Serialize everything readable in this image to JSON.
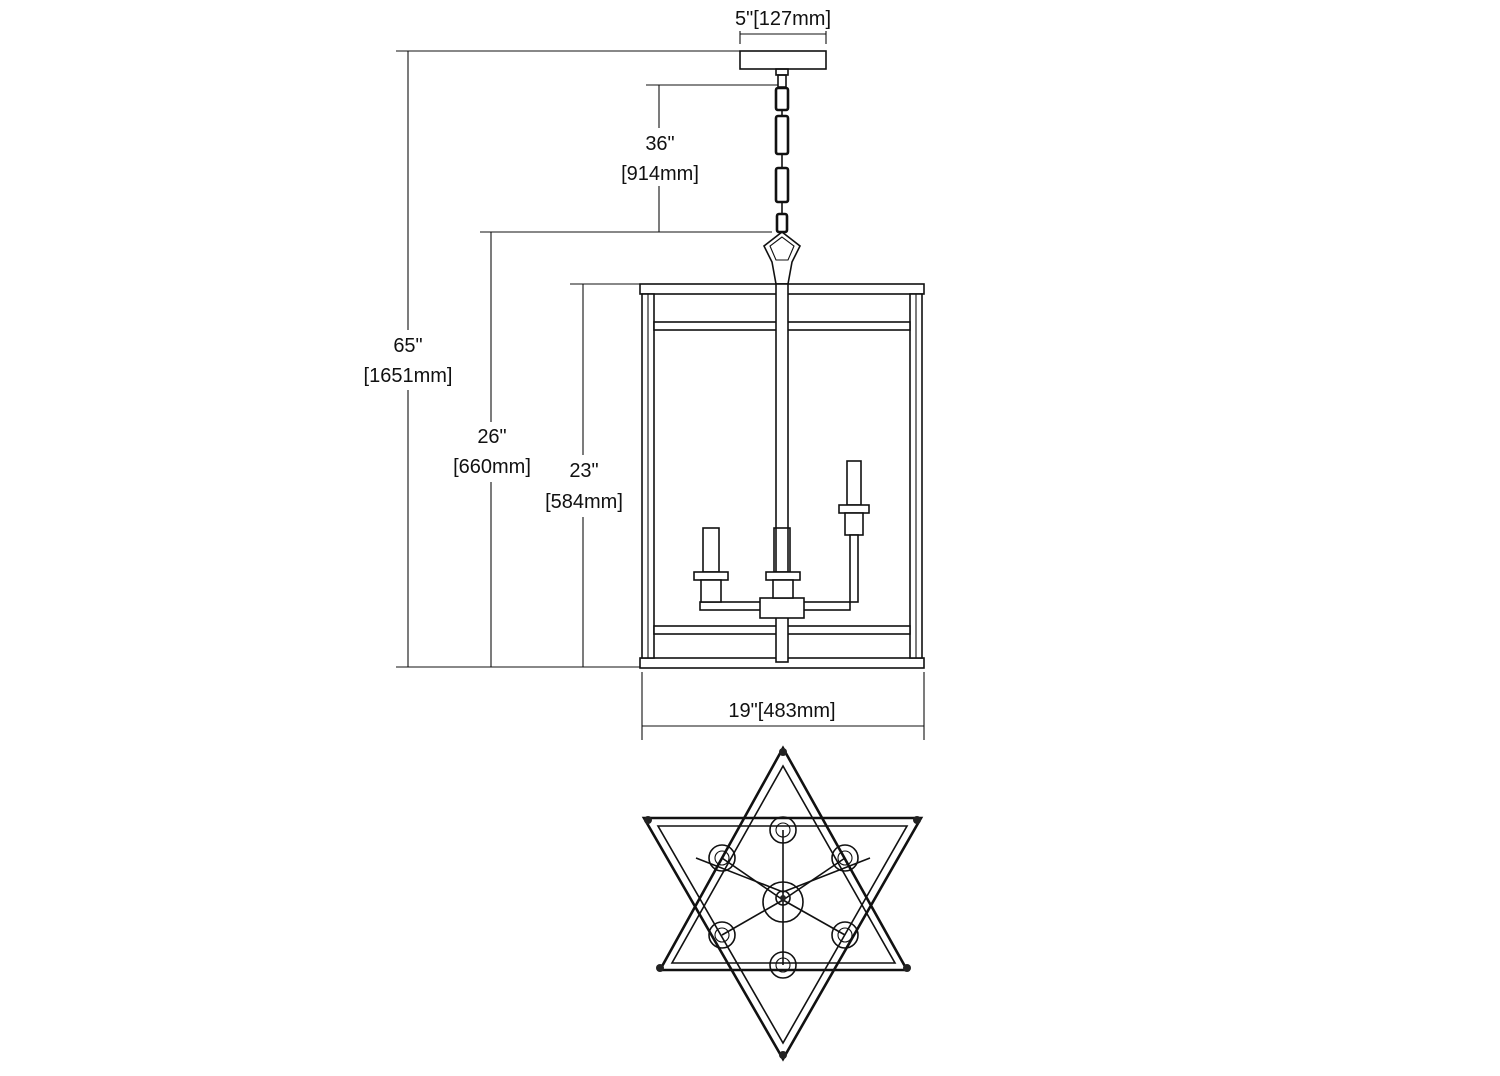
{
  "dimensions": {
    "canopy_width": "5\"[127mm]",
    "chain_in": "36\"",
    "chain_mm": "[914mm]",
    "overall_in": "65\"",
    "overall_mm": "[1651mm]",
    "fixture_in": "26\"",
    "fixture_mm": "[660mm]",
    "body_in": "23\"",
    "body_mm": "[584mm]",
    "width": "19\"[483mm]"
  },
  "colors": {
    "line": "#111111",
    "background": "#ffffff"
  }
}
